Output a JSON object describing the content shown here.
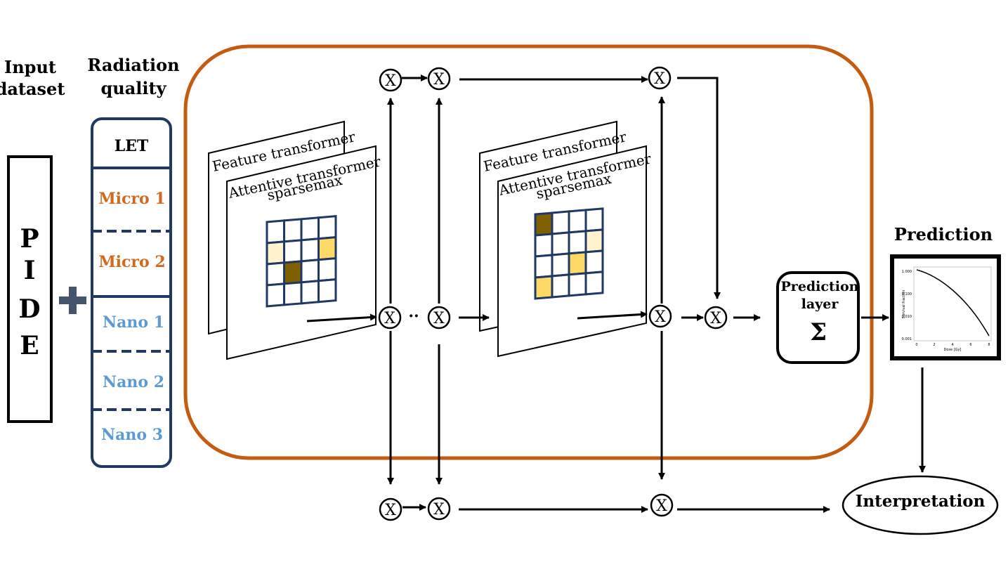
{
  "labels": {
    "input_dataset_line1": "Input",
    "input_dataset_line2": "dataset",
    "radiation_quality_line1": "Radiation",
    "radiation_quality_line2": "quality",
    "pide_letters": [
      "P",
      "I",
      "D",
      "E"
    ],
    "prediction_title": "Prediction",
    "prediction_layer_line1": "Prediction",
    "prediction_layer_line2": "layer",
    "sigma": "Σ",
    "interpretation": "Interpretation",
    "multiply_symbol": "X",
    "ellipsis": "··"
  },
  "radiation_slots": [
    {
      "label": "LET",
      "color": "#000000"
    },
    {
      "label": "Micro 1",
      "color": "#d2691e"
    },
    {
      "label": "Micro 2",
      "color": "#d2691e"
    },
    {
      "label": "Nano 1",
      "color": "#5b9bd5"
    },
    {
      "label": "Nano 2",
      "color": "#5b9bd5"
    },
    {
      "label": "Nano 3",
      "color": "#5b9bd5"
    }
  ],
  "steps": [
    {
      "feature_transformer": "Feature transformer",
      "attentive_line1": "Attentive transformer",
      "attentive_line2": "sparsemax"
    },
    {
      "feature_transformer": "Feature transformer",
      "attentive_line1": "Attentive transformer",
      "attentive_line2": "sparsemax"
    }
  ],
  "mask_grids": [
    [
      [
        "w",
        "w",
        "w",
        "w"
      ],
      [
        "l",
        "w",
        "w",
        "y"
      ],
      [
        "w",
        "d",
        "w",
        "w"
      ],
      [
        "w",
        "w",
        "w",
        "w"
      ]
    ],
    [
      [
        "d",
        "w",
        "w",
        "w"
      ],
      [
        "w",
        "w",
        "w",
        "l"
      ],
      [
        "w",
        "w",
        "y",
        "w"
      ],
      [
        "y",
        "w",
        "w",
        "w"
      ]
    ]
  ],
  "colors": {
    "frame": "#c55a11",
    "radiation_border": "#1f3864",
    "grid_border": "#1f3864",
    "mask_dark": "#7f6000",
    "mask_yellow": "#ffd966",
    "mask_light": "#fff2cc",
    "plus": "#44546a"
  },
  "prediction_plot": {
    "xlabel": "Dose [Gy]",
    "ylabel": "Survival fraction",
    "y_ticks": [
      "1.000",
      "0.100",
      "0.010",
      "0.001"
    ],
    "x_ticks": [
      "0",
      "2",
      "4",
      "6",
      "8"
    ]
  }
}
